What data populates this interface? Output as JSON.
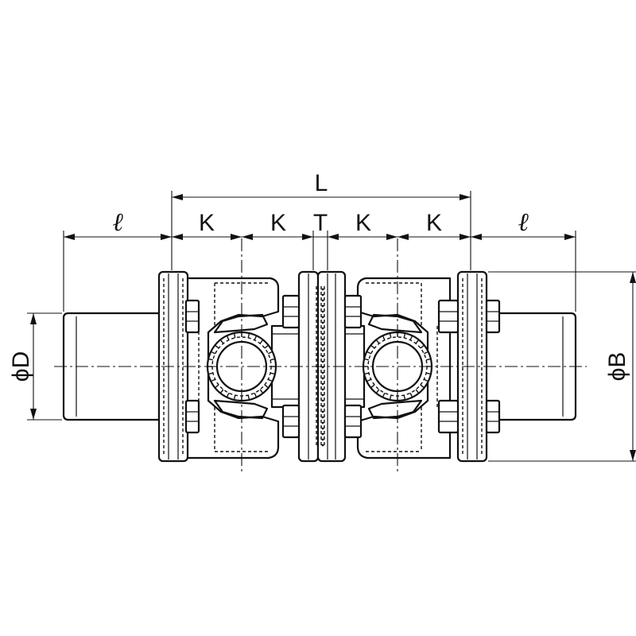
{
  "labels": {
    "L": "L",
    "K": "K",
    "T": "T",
    "ell": "ℓ",
    "phiD": "ϕD",
    "phiB": "ϕB"
  }
}
